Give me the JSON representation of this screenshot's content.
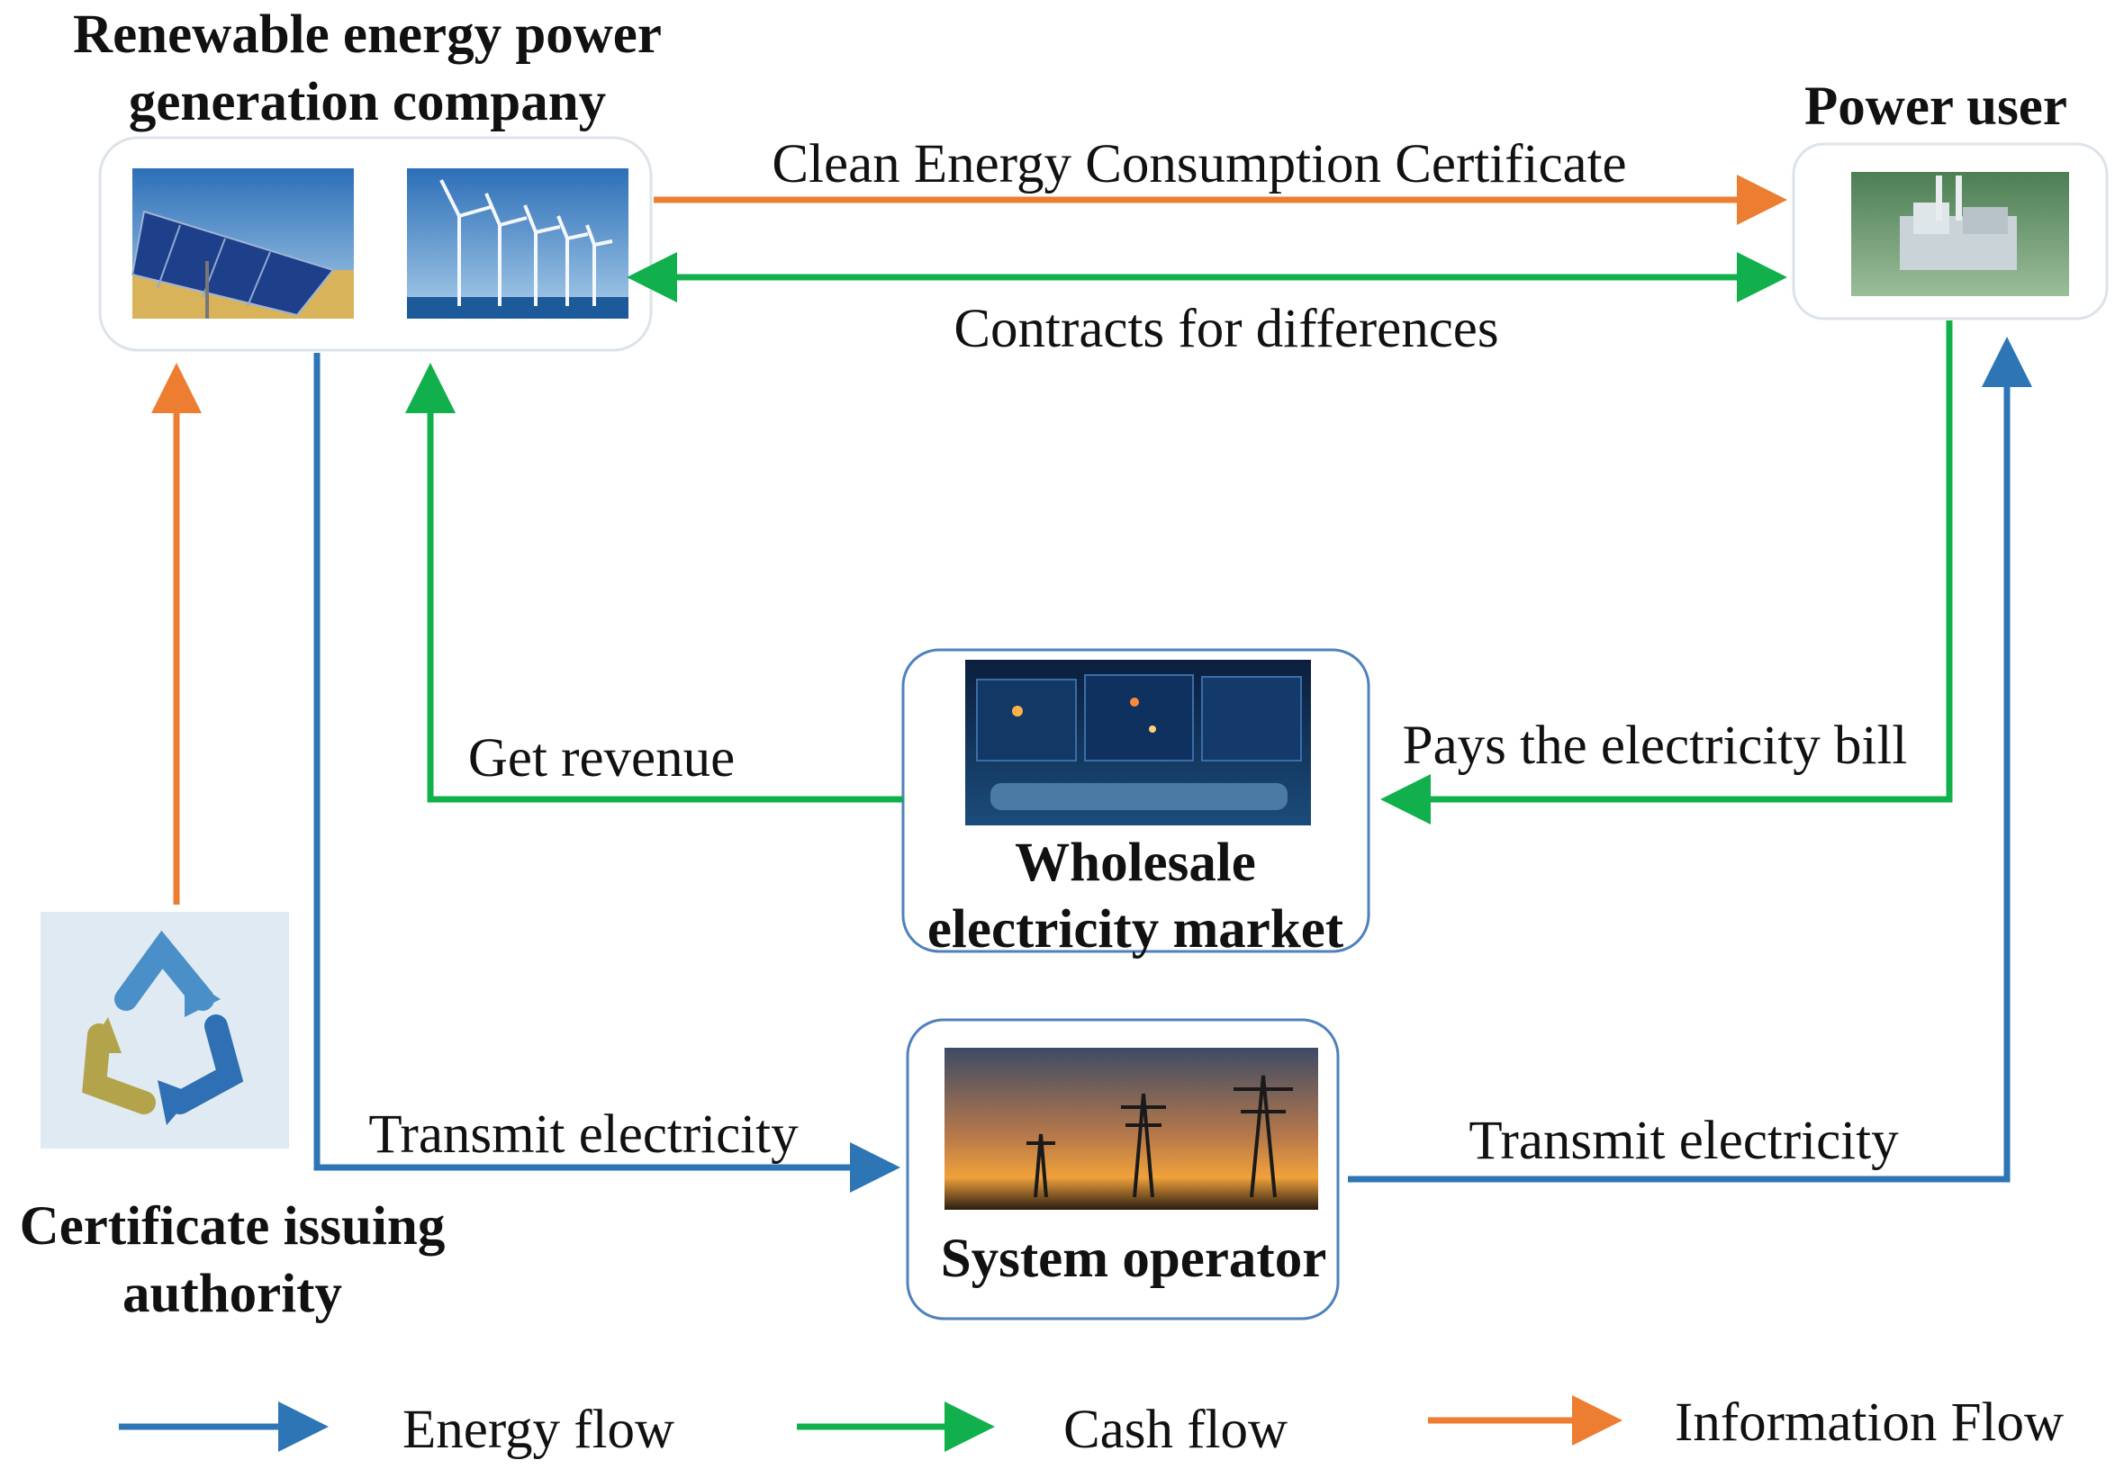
{
  "nodes": {
    "generator": {
      "title_line1": "Renewable energy power",
      "title_line2": "generation company",
      "images": [
        "solar-panels-photo",
        "wind-turbines-photo"
      ]
    },
    "power_user": {
      "title": "Power user",
      "image": "industrial-plant-photo"
    },
    "wholesale_market": {
      "title_line1": "Wholesale",
      "title_line2": "electricity market",
      "image": "control-room-photo"
    },
    "system_operator": {
      "title": "System operator",
      "image": "transmission-towers-photo"
    },
    "certificate_authority": {
      "title_line1": "Certificate issuing",
      "title_line2": "authority",
      "image": "recycle-symbol-icon"
    }
  },
  "edges": {
    "certificate": "Clean Energy Consumption Certificate",
    "contracts": "Contracts for differences",
    "get_revenue": "Get revenue",
    "pays_bill": "Pays the electricity bill",
    "transmit_left": "Transmit electricity",
    "transmit_right": "Transmit electricity"
  },
  "legend": {
    "energy": "Energy flow",
    "cash": "Cash flow",
    "information": "Information Flow"
  },
  "colors": {
    "energy": "#2e75b6",
    "cash": "#12b04c",
    "information": "#ed7d31",
    "box_border": "#4f81bd"
  }
}
